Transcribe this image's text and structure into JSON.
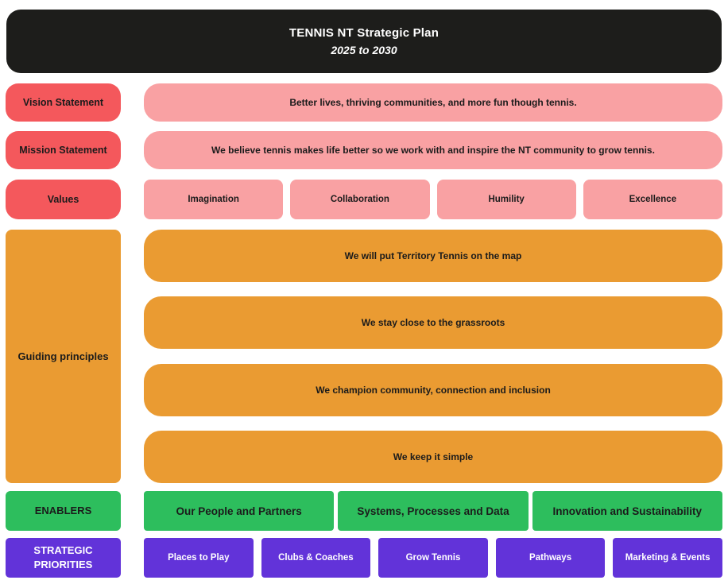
{
  "header": {
    "title": "TENNIS NT Strategic Plan",
    "subtitle": "2025 to 2030"
  },
  "rows": {
    "vision": {
      "label": "Vision Statement",
      "text": "Better lives, thriving communities, and more fun though tennis."
    },
    "mission": {
      "label": "Mission Statement",
      "text": "We believe tennis makes life better so we work with and inspire the NT community to grow tennis."
    },
    "values": {
      "label": "Values",
      "items": [
        "Imagination",
        "Collaboration",
        "Humility",
        "Excellence"
      ]
    },
    "principles": {
      "label": "Guiding principles",
      "items": [
        "We will put Territory Tennis on the map",
        "We stay close to the grassroots",
        "We champion community, connection and inclusion",
        "We keep it simple"
      ]
    },
    "enablers": {
      "label": "ENABLERS",
      "items": [
        "Our People and Partners",
        "Systems, Processes and Data",
        "Innovation and Sustainability"
      ]
    },
    "priorities": {
      "label": "STRATEGIC PRIORITIES",
      "items": [
        "Places to Play",
        "Clubs & Coaches",
        "Grow Tennis",
        "Pathways",
        "Marketing & Events"
      ]
    }
  },
  "colors": {
    "header_bg": "#1d1d1b",
    "red": "#f4585c",
    "pink": "#f9a1a3",
    "orange": "#ea9b32",
    "green": "#2dbe5d",
    "purple": "#6233d9",
    "ink": "#1b1b1b",
    "page_bg": "#ffffff"
  }
}
